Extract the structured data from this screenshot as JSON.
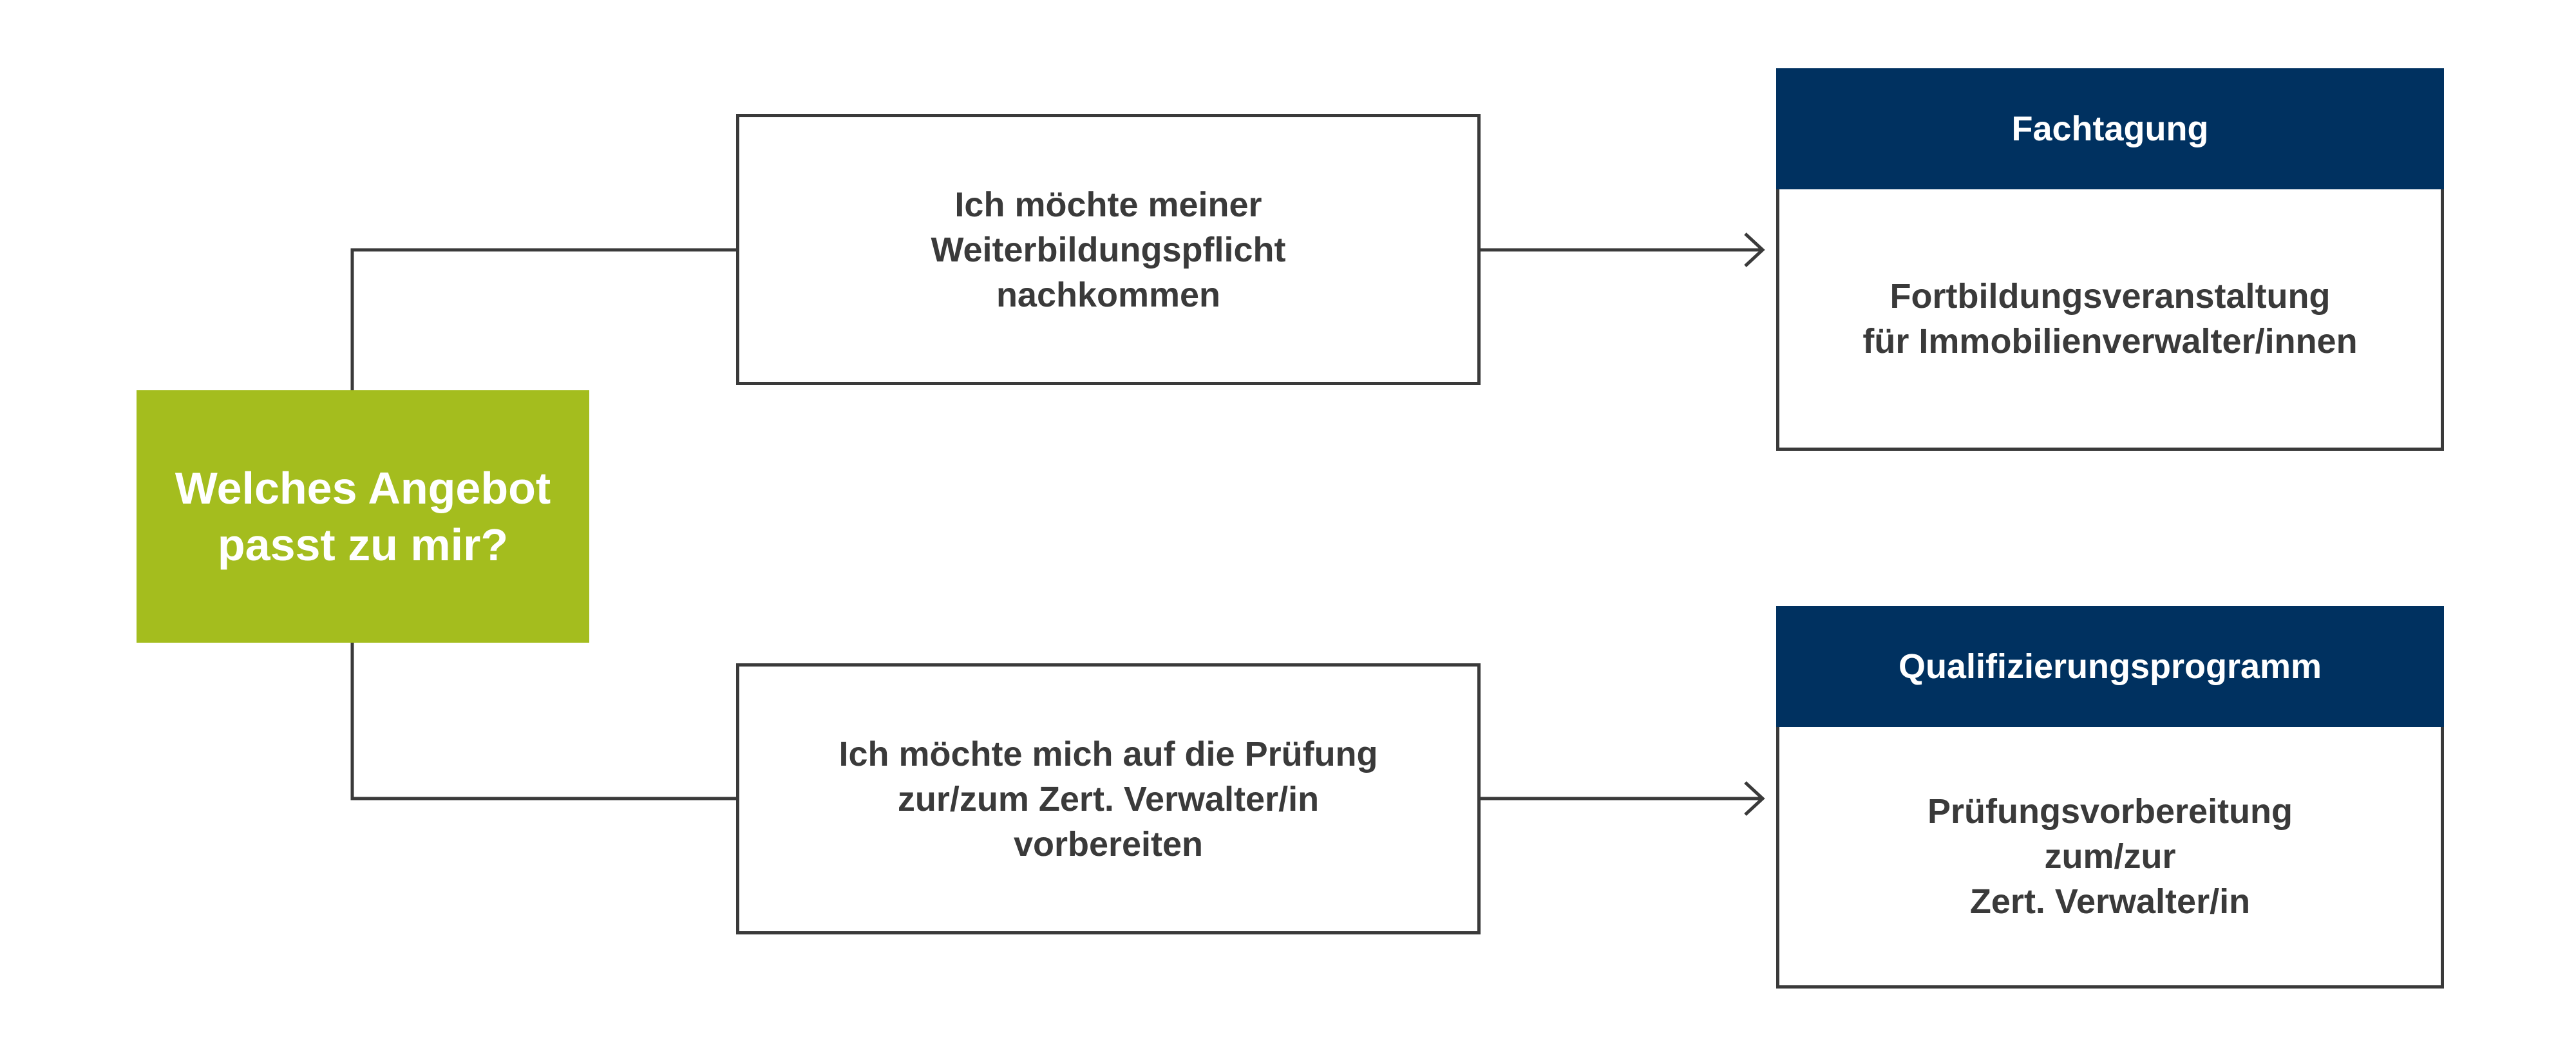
{
  "colors": {
    "start_fill": "#a4bd1e",
    "header_fill": "#003160",
    "line": "#3a3a3a",
    "text_dark": "#3a3a3a",
    "text_light": "#ffffff"
  },
  "start": {
    "label": "Welches Angebot\npasst zu mir?"
  },
  "options": {
    "top": "Ich möchte meiner\nWeiterbildungspflicht\nnachkommen",
    "bottom": "Ich möchte mich auf die Prüfung\nzur/zum Zert. Verwalter/in\nvorbereiten"
  },
  "results": {
    "top": {
      "title": "Fachtagung",
      "body": "Fortbildungsveranstaltung\nfür Immobilienverwalter/innen"
    },
    "bottom": {
      "title": "Qualifizierungsprogramm",
      "body": "Prüfungsvorbereitung\nzum/zur\nZert. Verwalter/in"
    }
  },
  "icons": {
    "connector_arrow": "arrow-right-icon"
  }
}
